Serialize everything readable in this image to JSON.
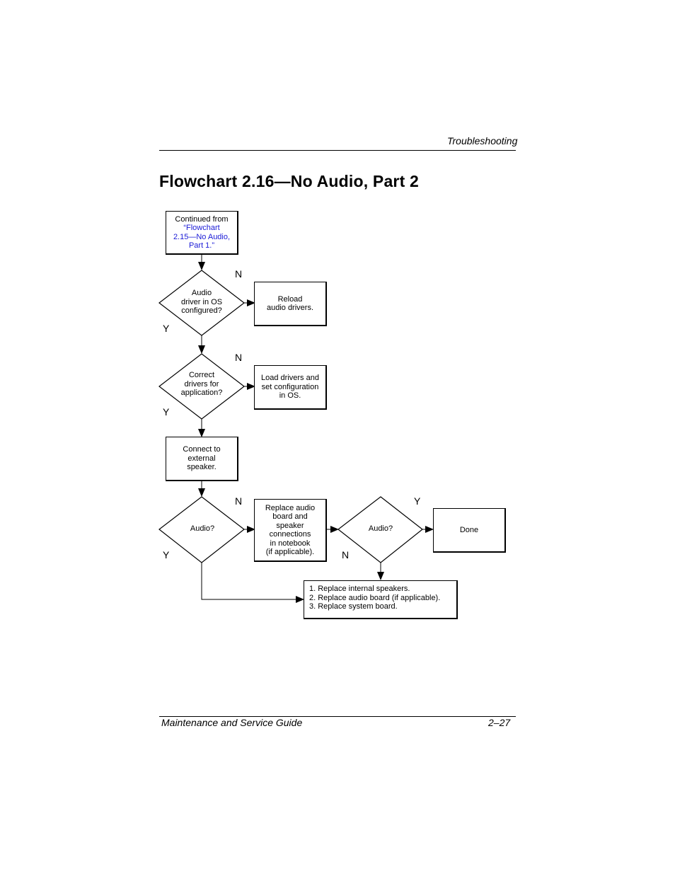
{
  "header": {
    "section": "Troubleshooting"
  },
  "title": "Flowchart 2.16—No Audio, Part 2",
  "flowchart": {
    "start": {
      "prefix": "Continued from",
      "link": "“Flowchart\n2.15—No Audio,\nPart 1.”"
    },
    "decision1": {
      "text": "Audio\ndriver in OS\nconfigured?",
      "no_label": "N",
      "yes_label": "Y"
    },
    "action1": {
      "text": "Reload\naudio drivers."
    },
    "decision2": {
      "text": "Correct\ndrivers for\napplication?",
      "no_label": "N",
      "yes_label": "Y"
    },
    "action2": {
      "text": "Load drivers and\nset configuration\nin OS."
    },
    "action3": {
      "text": "Connect to\nexternal\nspeaker."
    },
    "decision3": {
      "text": "Audio?",
      "no_label": "N",
      "yes_label": "Y"
    },
    "action4": {
      "text": "Replace audio\nboard and\nspeaker\nconnections\nin notebook\n(if applicable)."
    },
    "decision4": {
      "text": "Audio?",
      "yes_label": "Y",
      "no_label": "N"
    },
    "done": {
      "text": "Done"
    },
    "final": {
      "text": "1. Replace internal speakers.\n2. Replace audio board (if applicable).\n3. Replace system board."
    }
  },
  "footer": {
    "guide": "Maintenance and Service Guide",
    "page": "2–27"
  }
}
